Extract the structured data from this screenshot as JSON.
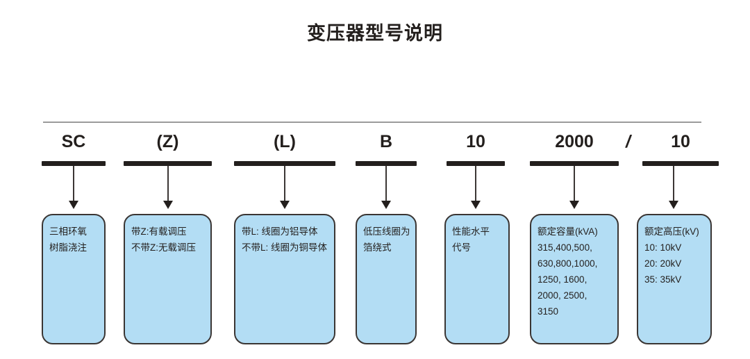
{
  "title": "变压器型号说明",
  "diagram": {
    "type": "model-designation-breakdown",
    "separator": "/",
    "segments": [
      {
        "code": "SC",
        "lines": [
          "三相环氧",
          "树脂浇注"
        ]
      },
      {
        "code": "(Z)",
        "lines": [
          "带Z:有载调压",
          "不带Z:无载调压"
        ]
      },
      {
        "code": "(L)",
        "lines": [
          "带L: 线圈为铝导体",
          "不带L: 线圈为铜导体"
        ]
      },
      {
        "code": "B",
        "lines": [
          "低压线圈为",
          "箔绕式"
        ]
      },
      {
        "code": "10",
        "lines": [
          "性能水平",
          "代号"
        ]
      },
      {
        "code": "2000",
        "lines": [
          "额定容量(kVA)",
          "315,400,500,",
          "630,800,1000,",
          "1250, 1600,",
          "2000, 2500,",
          "3150"
        ]
      },
      {
        "code": "10",
        "lines": [
          "额定高压(kV)",
          "10: 10kV",
          "20: 20kV",
          "35: 35kV"
        ]
      }
    ]
  },
  "colors": {
    "box_fill": "#b3ddf4",
    "box_border": "#3a3533",
    "ink": "#231f1d",
    "rule": "#9a9a9a",
    "background": "#ffffff"
  }
}
